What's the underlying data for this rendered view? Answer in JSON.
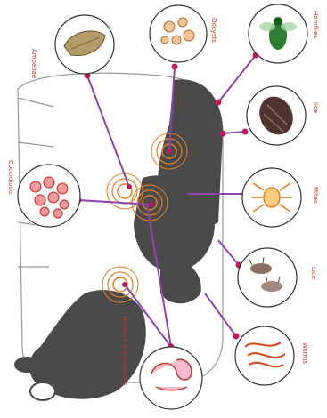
{
  "labels": {
    "amoeba": "Amoebae",
    "oocysts": "Oocysts",
    "hornflies": "Hornflies",
    "lice": "lice",
    "coccidia": "Coccidiosis",
    "mites": "Mites",
    "lice2": "Lice",
    "worms": "Worms",
    "stomach": "stomach & lungworms"
  },
  "colors": {
    "cow": "#4a4a4a",
    "line": "#8e44ad",
    "dot": "#c2185b",
    "circle_stroke": "#333333",
    "label": "#c0392b",
    "ring": "#e67e22"
  }
}
